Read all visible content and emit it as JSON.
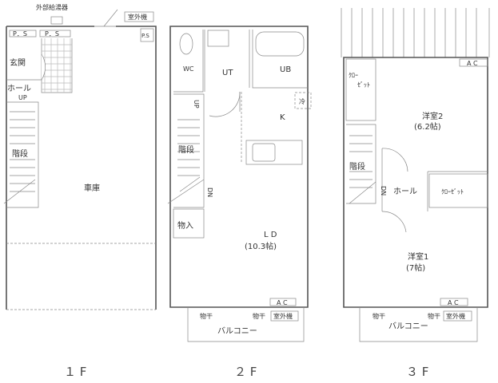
{
  "floor1": {
    "label": "１ F",
    "water_heater": "外部給湯器",
    "outdoor_unit": "室外機",
    "ps": [
      "P．S",
      "P．S",
      "P.S"
    ],
    "entrance": "玄関",
    "hall": "ホール",
    "up": "UP",
    "stairs": "階段",
    "garage": "車庫"
  },
  "floor2": {
    "label": "２ F",
    "wc": "WC",
    "ut": "UT",
    "ub": "UB",
    "kitchen": "K",
    "fridge": "冷",
    "up": "UP",
    "dn": "DN",
    "stairs": "階段",
    "storage": "物入",
    "ld": "L D",
    "ld_size": "(10.3帖)",
    "ac": "A C",
    "drying1": "物干",
    "drying2": "物干",
    "outdoor_unit": "室外機",
    "balcony": "バルコニー"
  },
  "floor3": {
    "label": "３ F",
    "closet_left": [
      "ｸﾛｰ",
      "ｾﾞｯﾄ"
    ],
    "ac_top": "A C",
    "room2": "洋室2",
    "room2_size": "(6.2帖)",
    "stairs": "階段",
    "dn": "DN",
    "hall": "ホール",
    "closet_right": "ｸﾛｰｾﾞｯﾄ",
    "room1": "洋室1",
    "room1_size": "(7帖)",
    "ac_bottom": "A C",
    "drying1": "物干",
    "drying2": "物干",
    "outdoor_unit": "室外機",
    "balcony": "バルコニー"
  }
}
